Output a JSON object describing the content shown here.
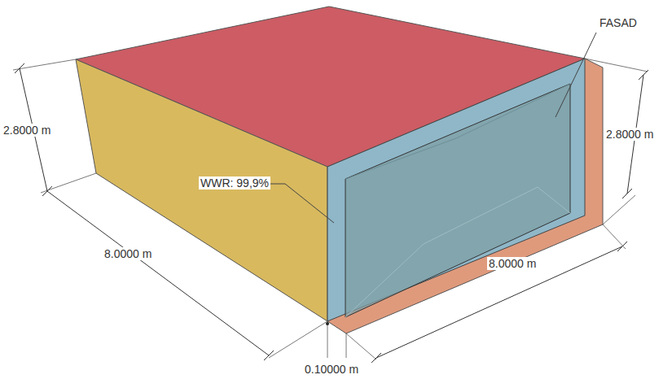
{
  "diagram": {
    "labels": [
      "2.8000 m",
      "WWR: 99,9%",
      "FASAD",
      "2.8000 m",
      "8.0000 m",
      "8.0000 m",
      "0.10000 m"
    ]
  }
}
